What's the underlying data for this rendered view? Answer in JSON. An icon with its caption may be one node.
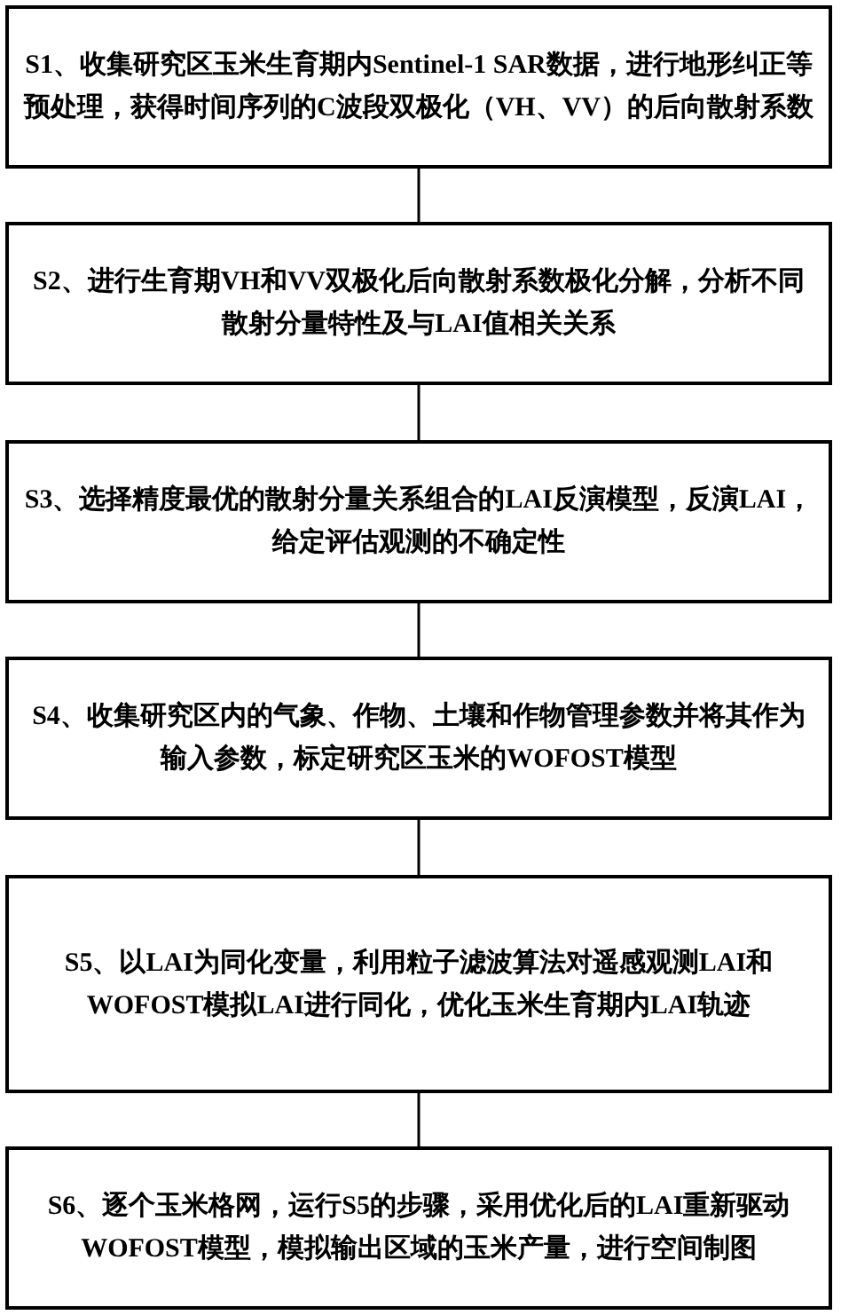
{
  "diagram": {
    "nodes": [
      {
        "text": [
          "S1、收集研究区玉米生育期内Sentinel-1 SAR数据，进行地形纠正等预处理，获得时间序列的C波段双极化（VH、VV）的后向散射系数"
        ]
      },
      {
        "text": [
          "S2、进行生育期VH和VV双极化后向散射系数极化分解，分析不同散射分量特性及与LAI值相关关系"
        ]
      },
      {
        "text": [
          "S3、选择精度最优的散射分量关系组合的LAI反演模型，反演LAI，给定评估观测的不确定性"
        ]
      },
      {
        "text": [
          "S4、收集研究区内的气象、作物、土壤和作物管理参数并将其作为输入参数，标定研究区玉米的WOFOST模型"
        ]
      },
      {
        "text": [
          "S5、以LAI为同化变量，利用粒子滤波算法对遥感观测LAI和WOFOST模拟LAI进行同化，优化玉米生育期内LAI轨迹"
        ]
      },
      {
        "text": [
          "S6、逐个玉米格网，运行S5的步骤，采用优化后的LAI重新驱动WOFOST模型，模拟输出区域的玉米产量，进行空间制图"
        ]
      }
    ],
    "edges": [
      {
        "from": 0,
        "to": 1,
        "arrow": "none"
      },
      {
        "from": 1,
        "to": 2,
        "arrow": "none"
      },
      {
        "from": 2,
        "to": 3,
        "arrow": "none"
      },
      {
        "from": 3,
        "to": 4,
        "arrow": "none"
      },
      {
        "from": 4,
        "to": 5,
        "arrow": "none"
      }
    ]
  }
}
